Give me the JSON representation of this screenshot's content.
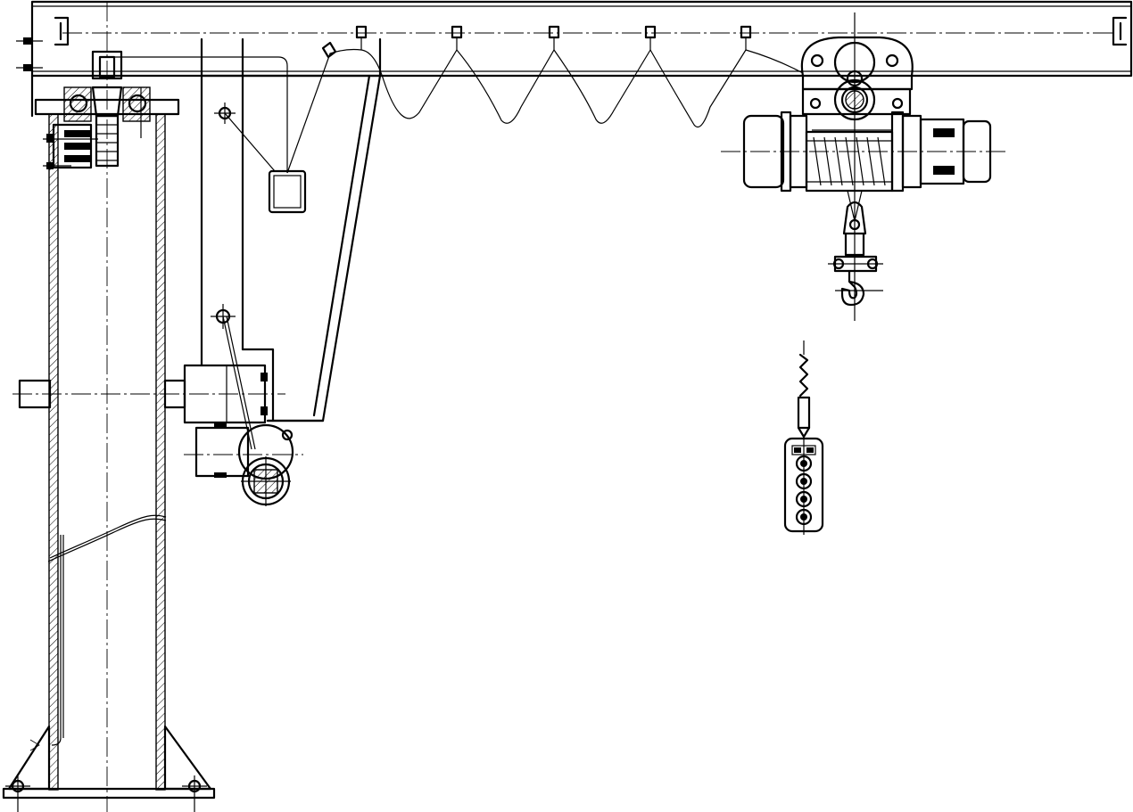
{
  "drawing": {
    "components": [
      {
        "id": "column",
        "icon": "steel-pillar"
      },
      {
        "id": "jib-beam",
        "icon": "i-beam"
      },
      {
        "id": "slewing-drive",
        "icon": "gear-motor"
      },
      {
        "id": "festoon-cable",
        "icon": "cable-loops"
      },
      {
        "id": "electric-hoist",
        "icon": "wire-rope-hoist"
      },
      {
        "id": "hook-block",
        "icon": "crane-hook"
      },
      {
        "id": "pendant-control",
        "icon": "push-button-pendant"
      }
    ],
    "pendant_buttons": 4,
    "festoon_hangers": 5,
    "line_color": "#000000",
    "background": "#ffffff"
  }
}
